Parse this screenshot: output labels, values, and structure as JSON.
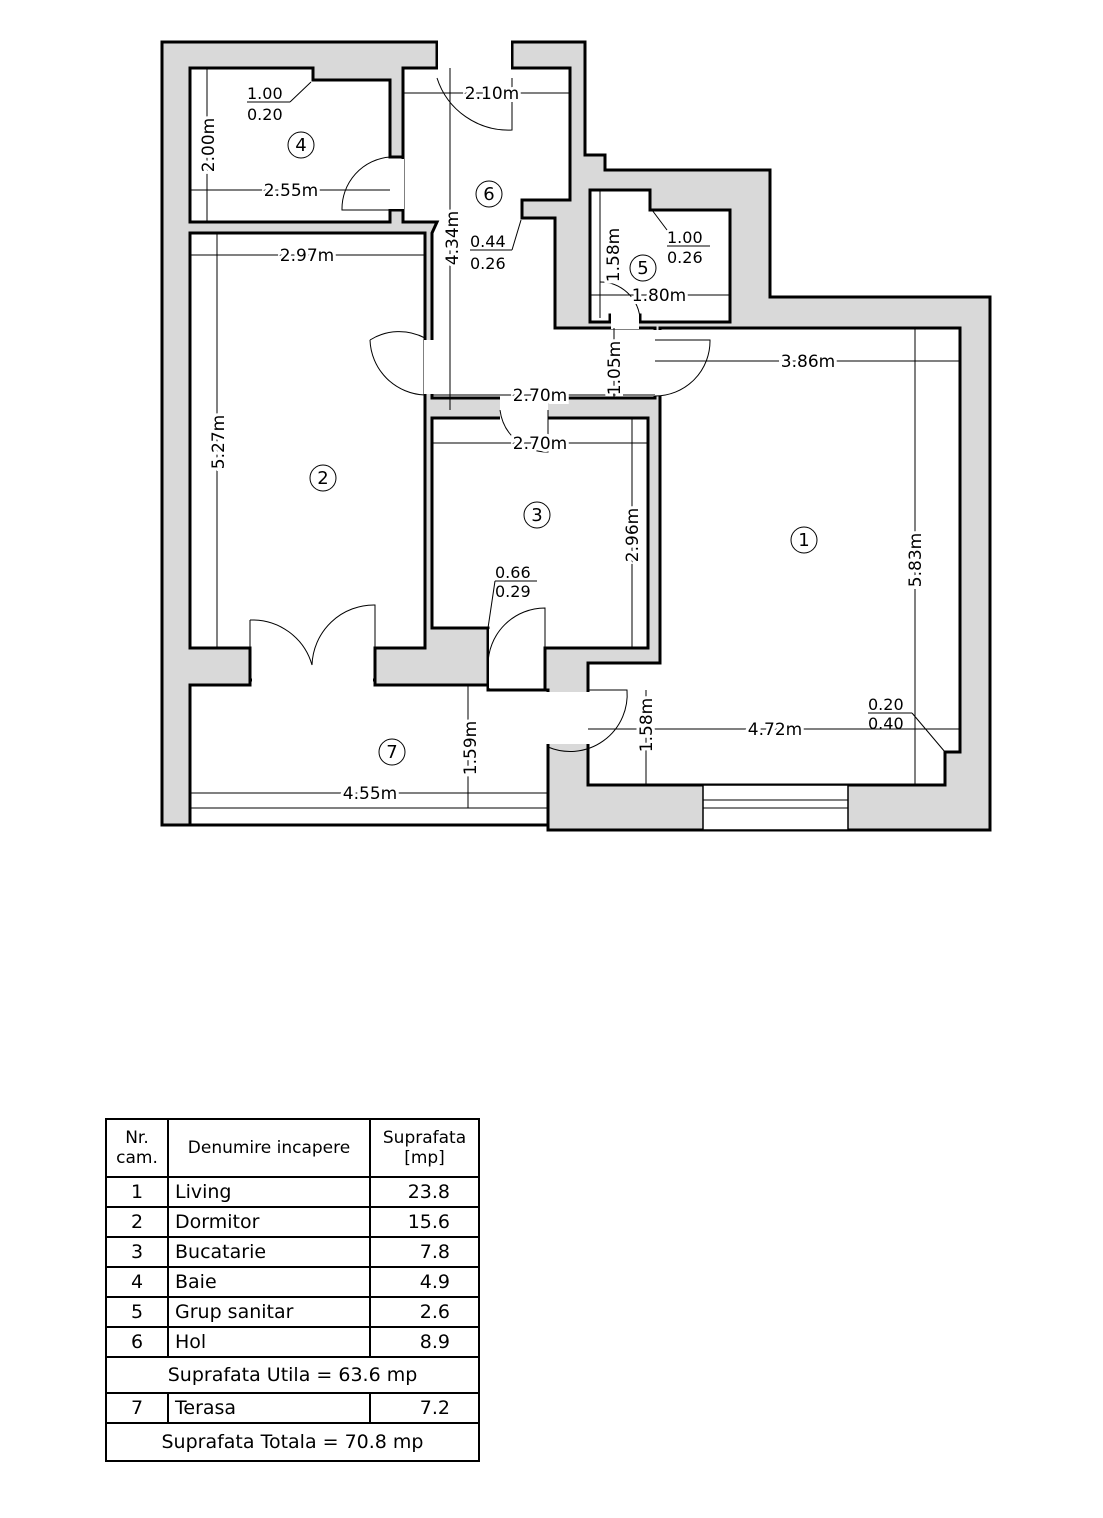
{
  "dimensions": [
    "2.10m",
    "2.00m",
    "2.55m",
    "4.34m",
    "2.97m",
    "1.58m",
    "1.80m",
    "3.86m",
    "1.05m",
    "2.70m",
    "2.70m",
    "5.27m",
    "2.96m",
    "5.83m",
    "1.59m",
    "1.58m",
    "4.72m",
    "4.55m"
  ],
  "niches": [
    {
      "top": "1.00",
      "bottom": "0.20"
    },
    {
      "top": "0.44",
      "bottom": "0.26"
    },
    {
      "top": "1.00",
      "bottom": "0.26"
    },
    {
      "top": "0.66",
      "bottom": "0.29"
    },
    {
      "top": "0.20",
      "bottom": "0.40"
    }
  ],
  "room_numbers": [
    "1",
    "2",
    "3",
    "4",
    "5",
    "6",
    "7"
  ],
  "table": {
    "headers": [
      "Nr. cam.",
      "Denumire incapere",
      "Suprafata [mp]"
    ],
    "rows": [
      {
        "nr": "1",
        "name": "Living",
        "area": "23.8"
      },
      {
        "nr": "2",
        "name": "Dormitor",
        "area": "15.6"
      },
      {
        "nr": "3",
        "name": "Bucatarie",
        "area": "7.8"
      },
      {
        "nr": "4",
        "name": "Baie",
        "area": "4.9"
      },
      {
        "nr": "5",
        "name": "Grup sanitar",
        "area": "2.6"
      },
      {
        "nr": "6",
        "name": "Hol",
        "area": "8.9"
      }
    ],
    "useful_total": "Suprafata Utila = 63.6 mp",
    "terrace": {
      "nr": "7",
      "name": "Terasa",
      "area": "7.2"
    },
    "grand_total": "Suprafata Totala =  70.8 mp"
  }
}
